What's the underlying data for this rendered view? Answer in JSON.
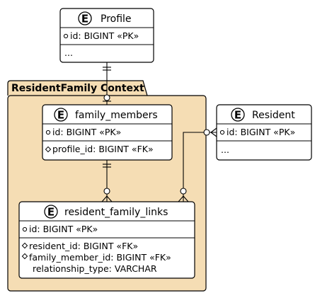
{
  "diagram": {
    "package": {
      "label": "ResidentFamily Context",
      "fill": "#f5ddb4"
    },
    "entities": {
      "profile": {
        "name": "Profile",
        "pk_rows": [
          "id: BIGINT «PK»"
        ],
        "rows": [
          "..."
        ]
      },
      "family_members": {
        "name": "family_members",
        "pk_rows": [
          "id: BIGINT «PK»"
        ],
        "rows": [
          "profile_id: BIGINT «FK»"
        ]
      },
      "resident": {
        "name": "Resident",
        "pk_rows": [
          "id: BIGINT «PK»"
        ],
        "rows": [
          "..."
        ]
      },
      "resident_family_links": {
        "name": "resident_family_links",
        "pk_rows": [
          "id: BIGINT «PK»"
        ],
        "rows": [
          "resident_id: BIGINT «FK»",
          "family_member_id: BIGINT «FK»",
          "relationship_type: VARCHAR"
        ]
      }
    },
    "entity_marker": "E",
    "colors": {
      "line": "#000000",
      "entity_fill": "#ffffff"
    }
  }
}
